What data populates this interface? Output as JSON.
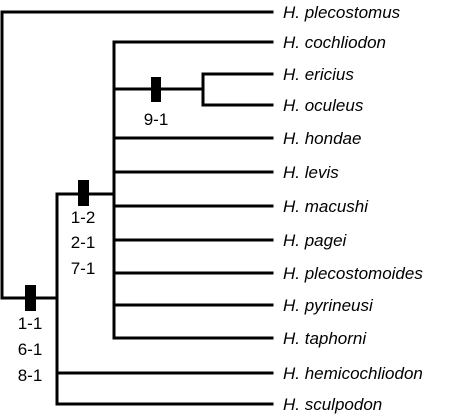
{
  "taxa": [
    "H. plecostomus",
    "H. cochliodon",
    "H. ericius",
    "H. oculeus",
    "H. hondae",
    "H. levis",
    "H. macushi",
    "H. pagei",
    "H. plecostomoides",
    "H. pyrineusi",
    "H. taphorni",
    "H. hemicochliodon",
    "H. sculpodon"
  ],
  "character_labels": {
    "ericius_oculeus_node": [
      "9-1"
    ],
    "ingroup_node": [
      "1-2",
      "2-1",
      "7-1"
    ],
    "base_node": [
      "1-1",
      "6-1",
      "8-1"
    ]
  },
  "colors": {
    "line": "#000000",
    "text": "#000000",
    "background": "#ffffff"
  }
}
